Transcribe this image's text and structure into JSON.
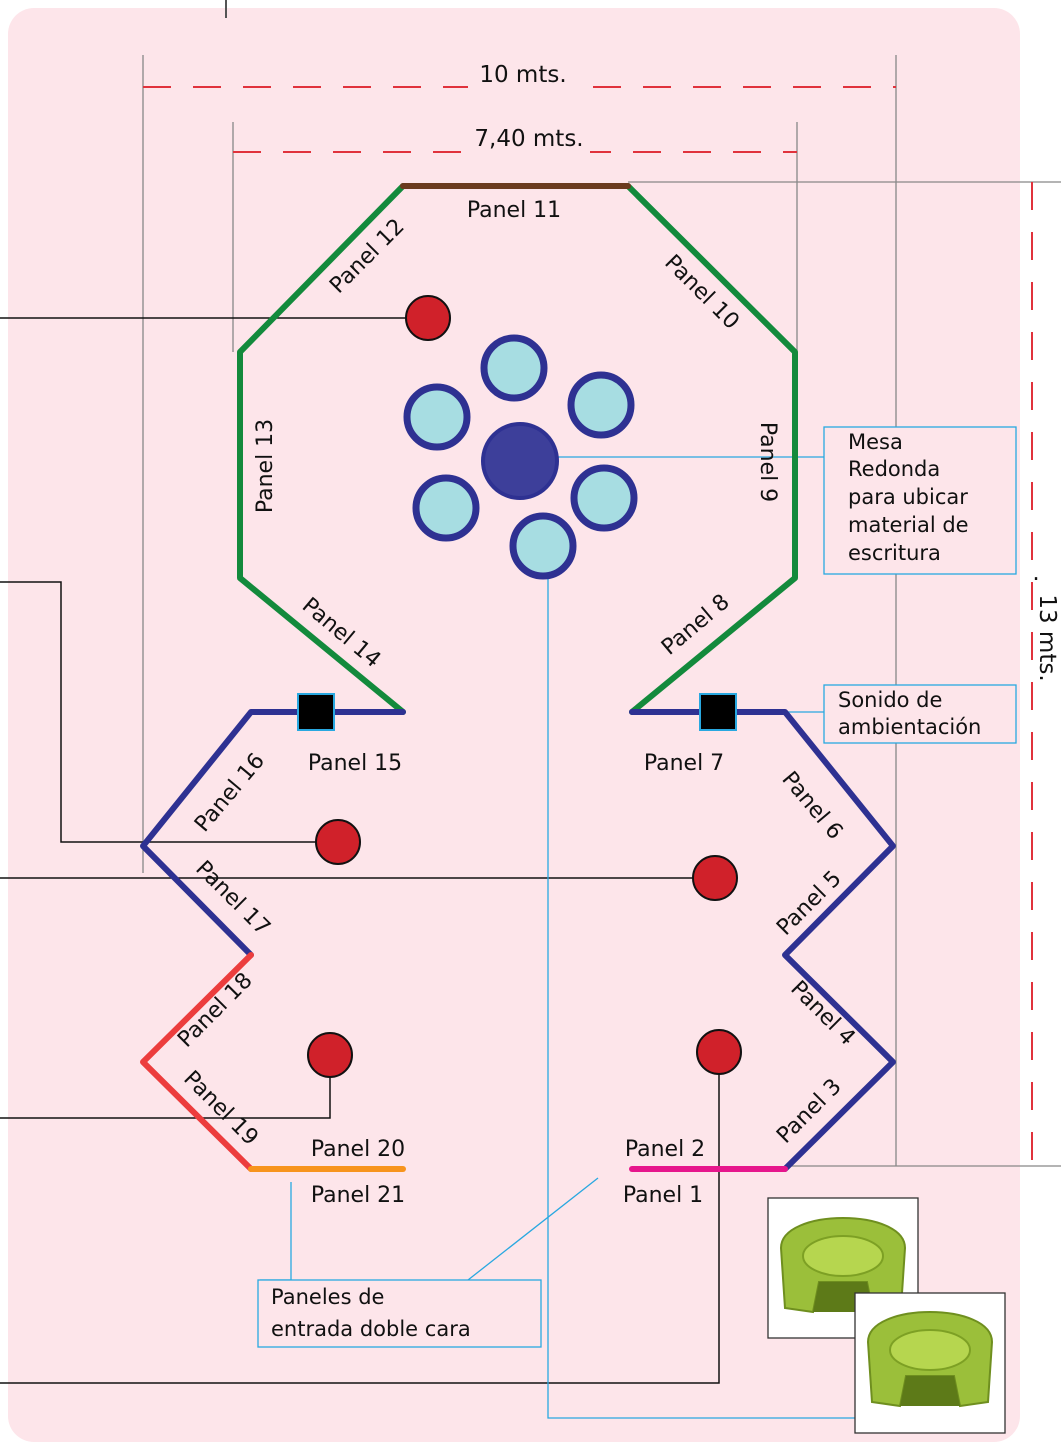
{
  "dimensions": {
    "width_label": "10 mts.",
    "inner_width_label": "7,40 mts.",
    "height_label": "13 mts.",
    "height_dot": "."
  },
  "panels": {
    "p1": "Panel 1",
    "p2": "Panel 2",
    "p3": "Panel 3",
    "p4": "Panel 4",
    "p5": "Panel 5",
    "p6": "Panel 6",
    "p7": "Panel 7",
    "p8": "Panel 8",
    "p9": "Panel 9",
    "p10": "Panel 10",
    "p11": "Panel 11",
    "p12": "Panel 12",
    "p13": "Panel 13",
    "p14": "Panel 14",
    "p15": "Panel 15",
    "p16": "Panel 16",
    "p17": "Panel 17",
    "p18": "Panel 18",
    "p19": "Panel 19",
    "p20": "Panel 20",
    "p21": "Panel 21"
  },
  "callouts": {
    "mesa": [
      "Mesa",
      "Redonda",
      "para ubicar",
      "material de",
      "escritura"
    ],
    "sonido": [
      "Sonido de",
      "ambientación"
    ],
    "entrada": [
      "Paneles de",
      "entrada doble cara"
    ]
  },
  "colors": {
    "background": "#fde5ea",
    "green": "#138a3c",
    "navy": "#2e3192",
    "brown": "#6b3a1e",
    "red_panel": "#ec3d3d",
    "orange_panel": "#f7941d",
    "magenta_panel": "#e6168c",
    "red_marker": "#d0212a",
    "seat_fill": "#a7dde2",
    "table_fill": "#3d3f9a",
    "callout_border": "#29a8e0",
    "dash_red": "#e0323c",
    "chair_green": "#9bbf3a"
  },
  "icons": {
    "chair": "armchair-photo",
    "speaker": "speaker-square"
  }
}
